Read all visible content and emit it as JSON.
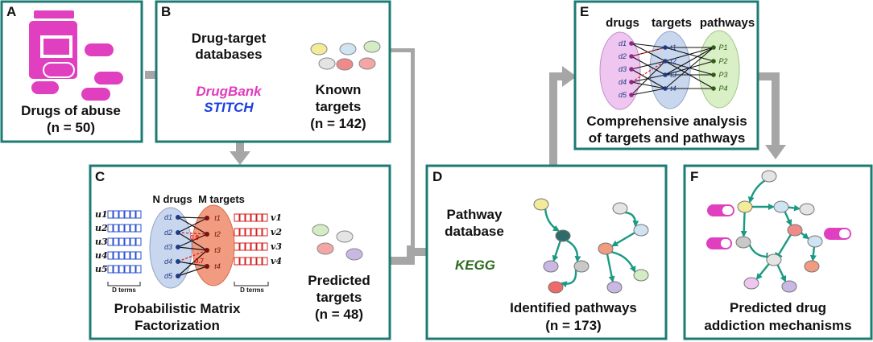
{
  "panels": {
    "A": {
      "letter": "A",
      "title": "Drugs of abuse",
      "count": "(n = 50)"
    },
    "B": {
      "letter": "B",
      "line1": "Drug-target",
      "line2": "databases",
      "db1": "DrugBank",
      "db2": "STITCH",
      "result1": "Known",
      "result2": "targets",
      "count": "(n = 142)"
    },
    "C": {
      "letter": "C",
      "col1": "N drugs",
      "col2": "M targets",
      "footer1": "Probabilistic Matrix",
      "footer2": "Factorization",
      "result1": "Predicted",
      "result2": "targets",
      "count": "(n = 48)",
      "dterms_left": "D terms",
      "dterms_right": "D terms",
      "u_labels": [
        "u1",
        "u2",
        "u3",
        "u4",
        "u5"
      ],
      "v_labels": [
        "v1",
        "v2",
        "v3",
        "v4"
      ],
      "drug_nodes": [
        "d1",
        "d2",
        "d3",
        "d4",
        "d5"
      ],
      "target_nodes": [
        "t1",
        "t2",
        "t3",
        "t4"
      ],
      "edge_values": [
        "0.9",
        "0.7"
      ]
    },
    "D": {
      "letter": "D",
      "line1": "Pathway",
      "line2": "database",
      "db": "KEGG",
      "result": "Identified pathways",
      "count": "(n = 173)"
    },
    "E": {
      "letter": "E",
      "col1": "drugs",
      "col2": "targets",
      "col3": "pathways",
      "drug_nodes": [
        "d1",
        "d2",
        "d3",
        "d4",
        "d5"
      ],
      "target_nodes": [
        "t1",
        "t2",
        "t3",
        "t4"
      ],
      "pathway_nodes": [
        "P1",
        "P2",
        "P3",
        "P4"
      ],
      "footer1": "Comprehensive analysis",
      "footer2": "of targets and pathways"
    },
    "F": {
      "letter": "F",
      "footer1": "Predicted drug",
      "footer2": "addiction mechanisms"
    }
  },
  "colors": {
    "panel_border": "#1e7b73",
    "arrow": "#a6a6a6",
    "edge_green": "#1a9a83",
    "drugbank": "#e23bbd",
    "stitch": "#1c3fe0",
    "kegg": "#2e6b1f",
    "pill": "#e040c0",
    "pmf_arrow": "#f07a7a"
  },
  "icons": [
    "pill-bottle-icon",
    "pill-icon"
  ]
}
